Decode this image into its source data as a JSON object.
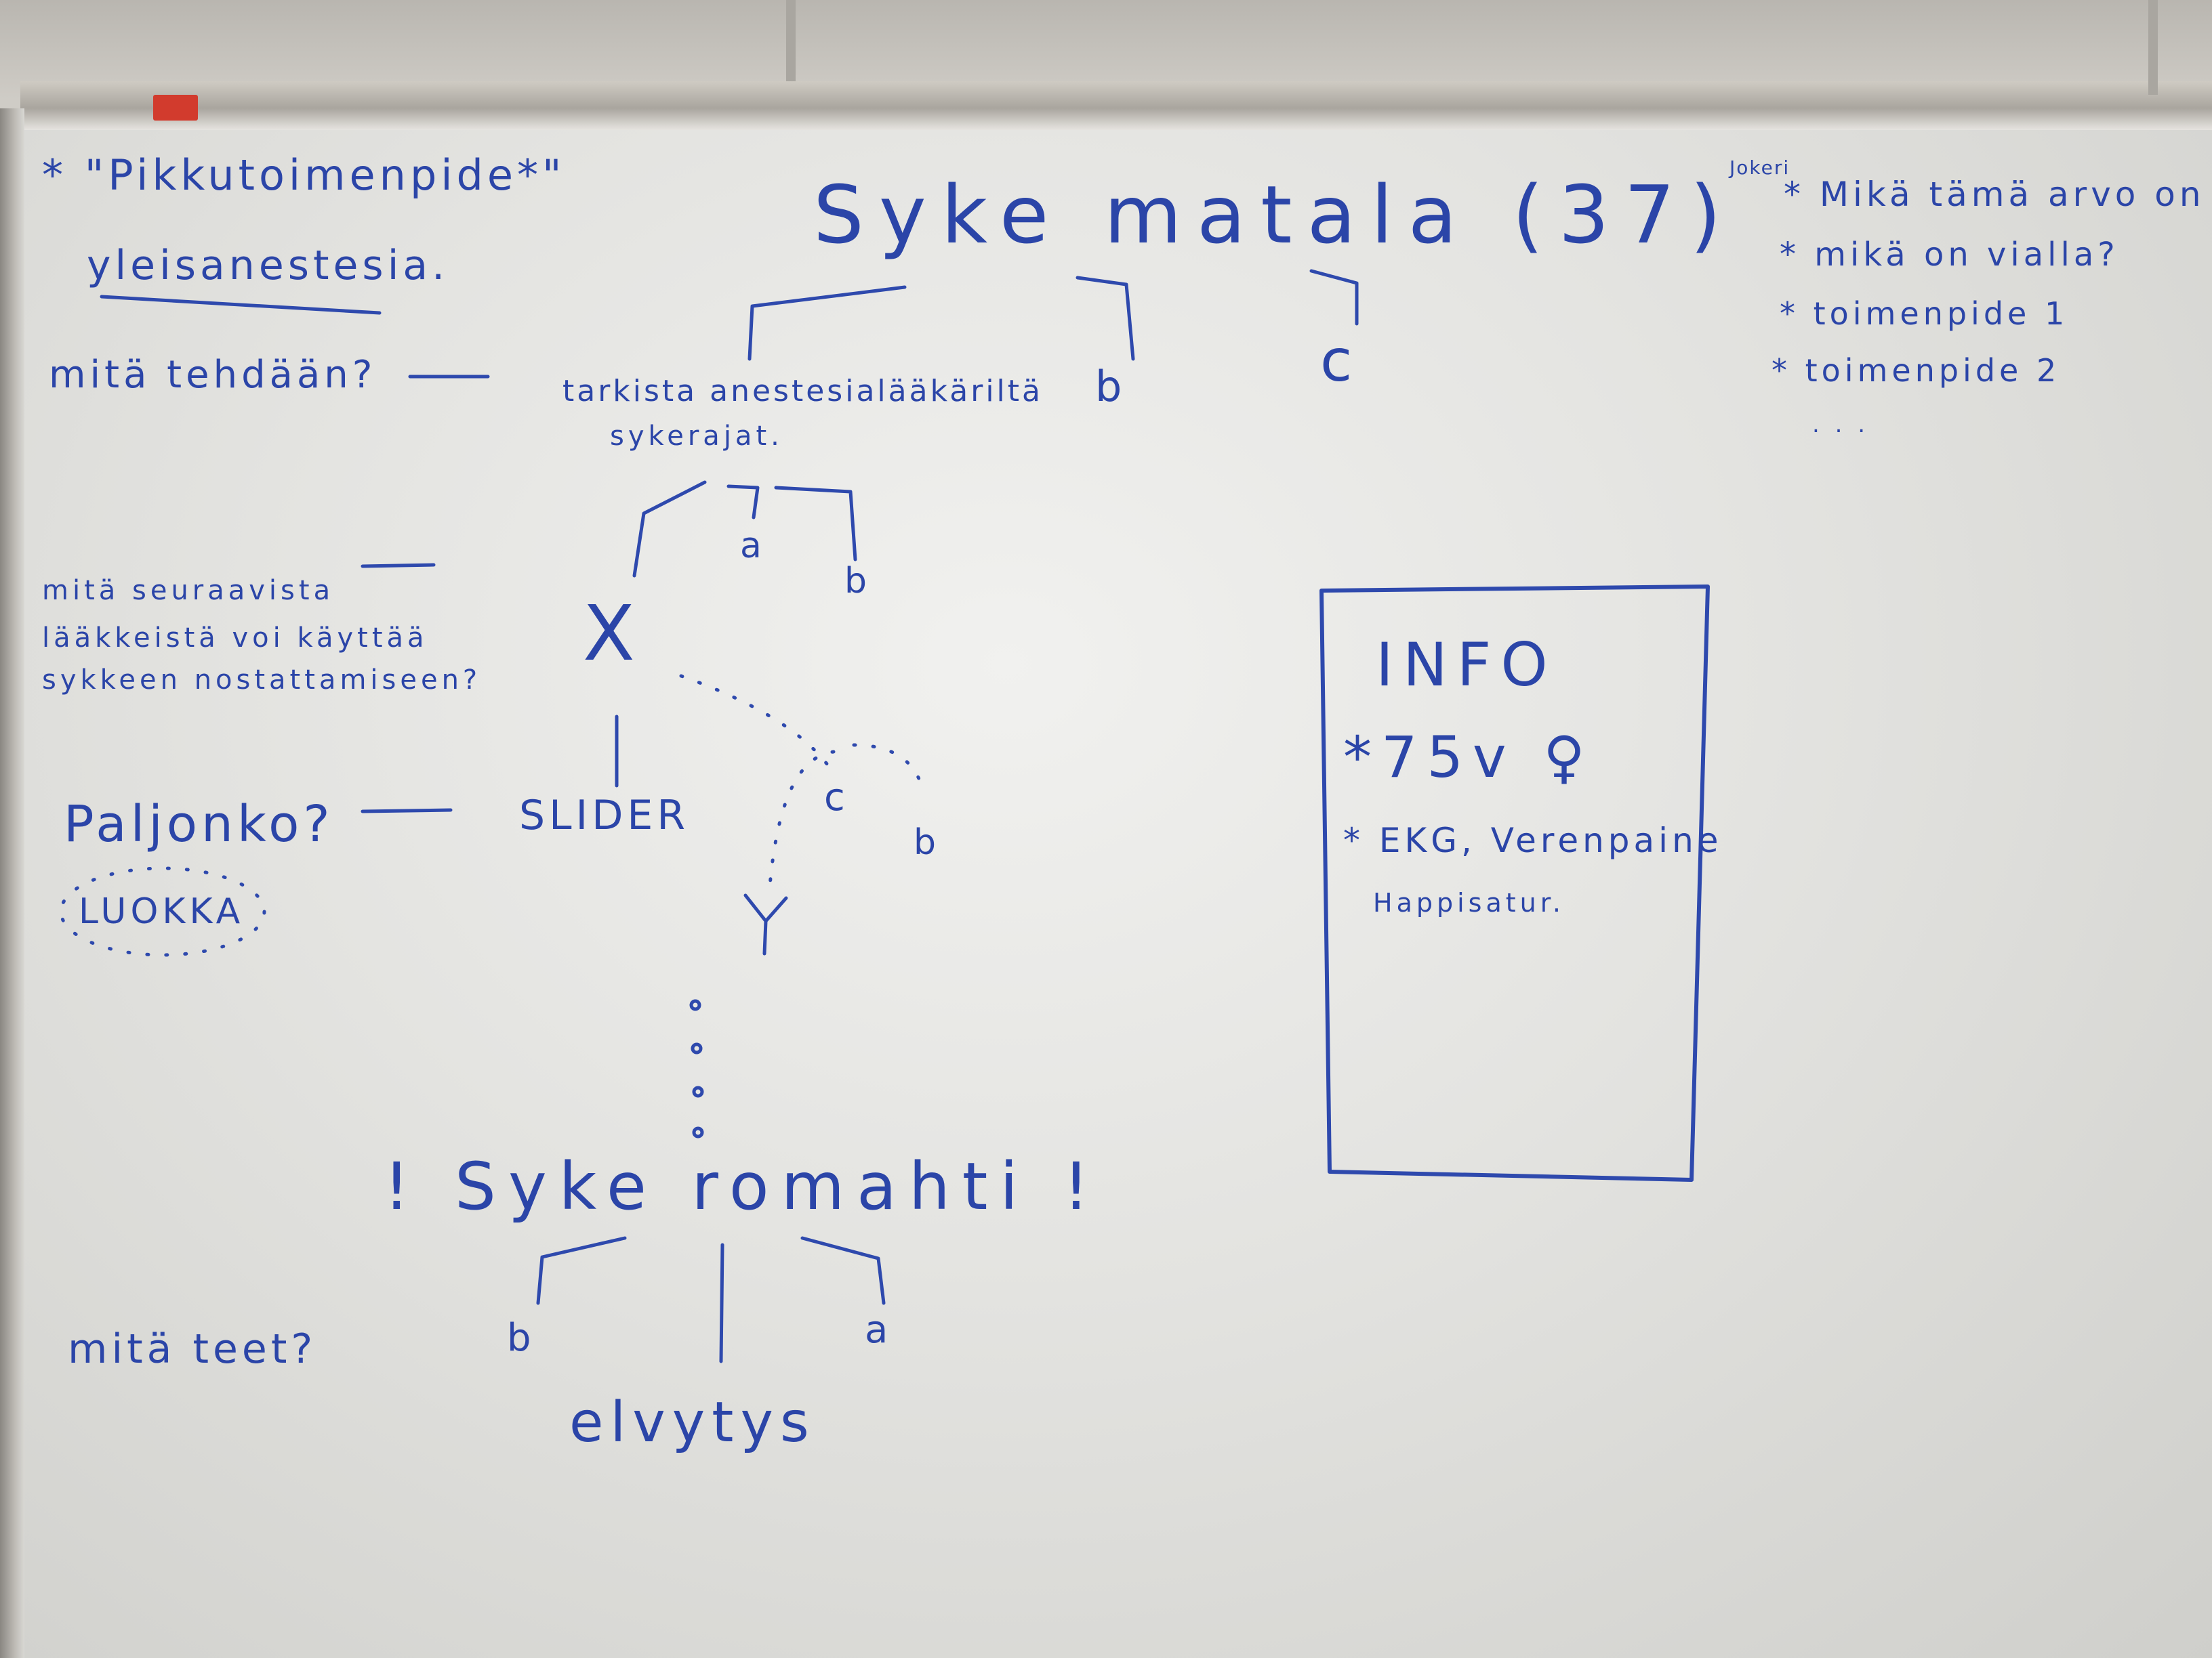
{
  "board": {
    "title": "Syke matala (37)",
    "top_left": {
      "procedure": "* \"Pikkutoimenpide*\"",
      "anesthesia": "yleisanestesia."
    },
    "questions": {
      "q1": "mitä tehdään?",
      "q2_line1": "mitä seuraavista",
      "q2_line2": "lääkkeistä voi käyttää",
      "q2_line3": "sykkeen nostattamiseen?",
      "q3": "Paljonko?",
      "q3_note": "LUOKKA",
      "q4": "mitä teet?"
    },
    "tree": {
      "answer_check_line1": "tarkista anestesialääkäriltä",
      "answer_check_line2": "sykerajat.",
      "opt_b_top": "b",
      "opt_c_top": "c",
      "opt_a_mid": "a",
      "opt_b_mid": "b",
      "mark_x": "X",
      "opt_c_low": "c",
      "opt_b_low": "b",
      "slider": "SLIDER",
      "mark_y": "Y",
      "crash": "! Syke romahti !",
      "opt_b_bottom": "b",
      "opt_a_bottom": "a",
      "resuscitation": "elvytys"
    },
    "info_box": {
      "title": "INFO",
      "line1": "*75v ♀",
      "line2": "* EKG, Verenpaine",
      "line3": "Happisatur."
    },
    "joker": {
      "label": "Jokeri",
      "item1": "* Mikä tämä arvo on",
      "item2": "* mikä on vialla?",
      "item3": "* toimenpide 1",
      "item4": "* toimenpide 2",
      "more": ". . ."
    }
  }
}
